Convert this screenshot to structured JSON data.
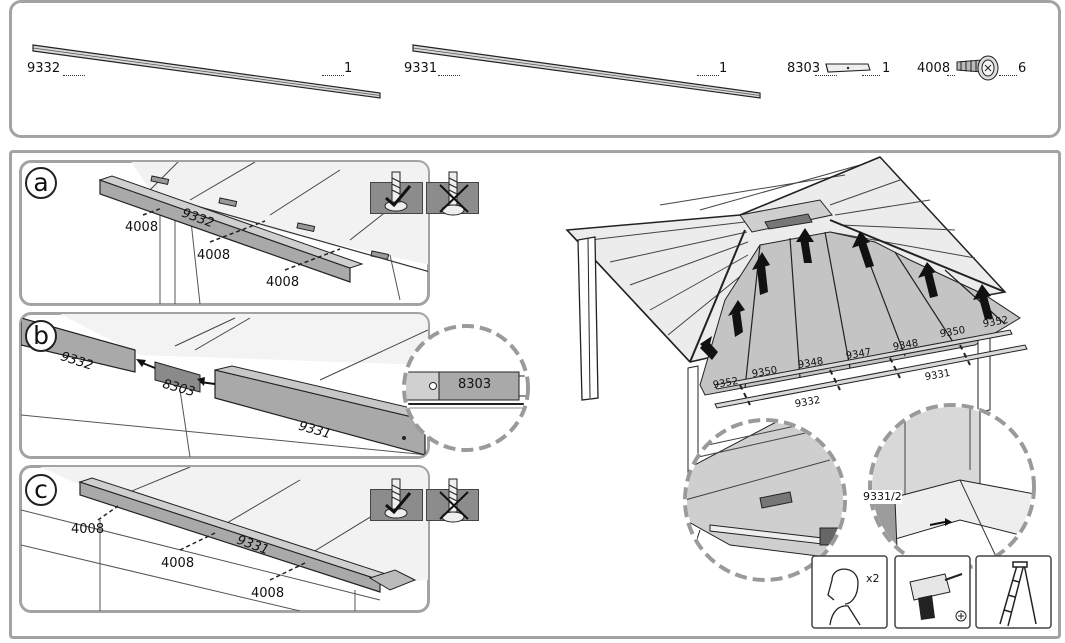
{
  "parts": {
    "rail_a": {
      "code": "9332",
      "qty": "1"
    },
    "rail_b": {
      "code": "9331",
      "qty": "1"
    },
    "connector": {
      "code": "8303",
      "qty": "1"
    },
    "screw": {
      "code": "4008",
      "qty": "6"
    }
  },
  "step_a": {
    "letter": "a",
    "rail": "9332",
    "screws": [
      "4008",
      "4008",
      "4008"
    ]
  },
  "step_b": {
    "letter": "b",
    "rail_left": "9332",
    "connector": "8303",
    "rail_right": "9331",
    "zoom_label": "8303"
  },
  "step_c": {
    "letter": "c",
    "rail": "9331",
    "screws": [
      "4008",
      "4008",
      "4008"
    ]
  },
  "overview": {
    "panel_labels": [
      "9352",
      "9350",
      "9348",
      "9347",
      "9348",
      "9350",
      "9352"
    ],
    "rail_front": "9332",
    "rail_back": "9331",
    "corner_label": "9331/2"
  },
  "requirements": {
    "people": "x2"
  },
  "icons": [
    "screw-icon",
    "checkmark-icon",
    "cross-icon",
    "person-icon",
    "drill-icon",
    "ladder-icon",
    "arrow-up-icon",
    "magnifier-circle-icon"
  ]
}
